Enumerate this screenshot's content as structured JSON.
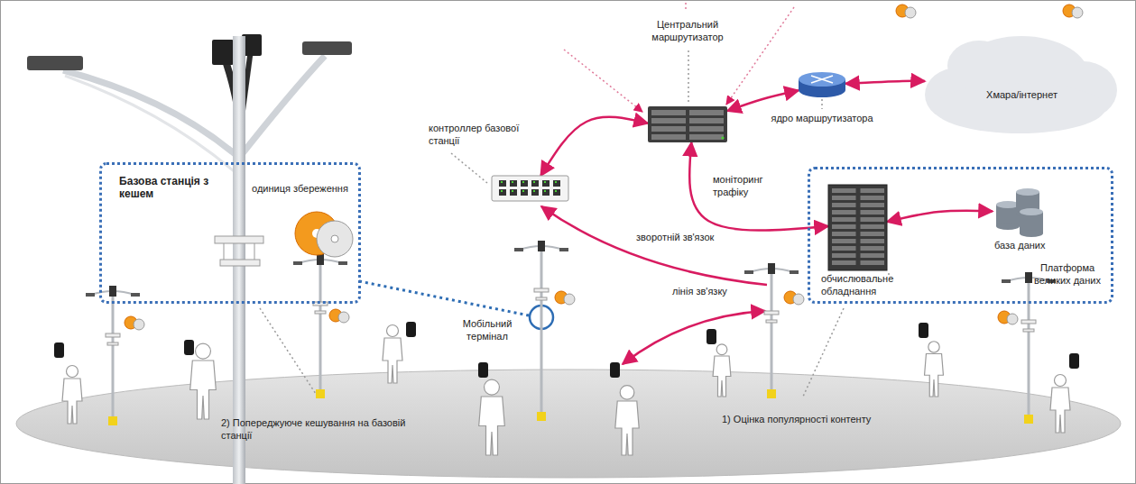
{
  "diagram": {
    "nodes": [
      {
        "text": [
          "Центральний маршрутизатор"
        ]
      },
      {
        "text": [
          "ядро маршрутизатора"
        ]
      },
      {
        "text": [
          "Хмара/інтернет"
        ]
      },
      {
        "text": [
          "контроллер базової станції"
        ]
      },
      {
        "text": [
          "Базова станція з кешем"
        ]
      },
      {
        "text": [
          "одиниця збереження"
        ],
        "in": 4
      },
      {
        "text": [
          "Платформа великих даних"
        ]
      },
      {
        "text": [
          "обчислювальне обладнання"
        ],
        "in": 6
      },
      {
        "text": [
          "база даних"
        ],
        "in": 6
      }
    ],
    "edges": [
      {
        "from": 3,
        "to": 0,
        "arrow": "both"
      },
      {
        "from": 0,
        "to": 1,
        "arrow": "both"
      },
      {
        "from": 1,
        "to": 2,
        "arrow": "both"
      },
      {
        "from": 0,
        "to": 7,
        "arrow": "both",
        "label": "моніторинг трафіку"
      },
      {
        "from": 7,
        "to": 8,
        "arrow": "both"
      }
    ],
    "labels": [
      "Мобільний термінал",
      "зворотній зв'язок",
      "лінія зв'язку",
      "2) Попереджуюче кешування на базовій станції",
      "1) Оцінка популярності контенту"
    ]
  }
}
